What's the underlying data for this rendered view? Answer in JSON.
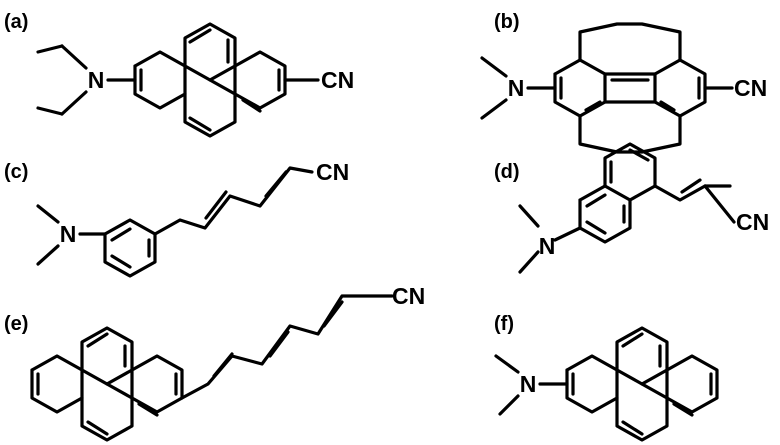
{
  "figure": {
    "panels": [
      {
        "id": "a",
        "label": "(a)",
        "atoms": {
          "amine": "N",
          "nitrile": "CN"
        }
      },
      {
        "id": "b",
        "label": "(b)",
        "atoms": {
          "amine": "N",
          "nitrile": "CN"
        }
      },
      {
        "id": "c",
        "label": "(c)",
        "atoms": {
          "amine": "N",
          "nitrile": "CN"
        }
      },
      {
        "id": "d",
        "label": "(d)",
        "atoms": {
          "amine": "N",
          "nitrile": "CN"
        }
      },
      {
        "id": "e",
        "label": "(e)",
        "atoms": {
          "nitrile": "CN"
        }
      },
      {
        "id": "f",
        "label": "(f)",
        "atoms": {
          "amine": "N"
        }
      }
    ]
  }
}
